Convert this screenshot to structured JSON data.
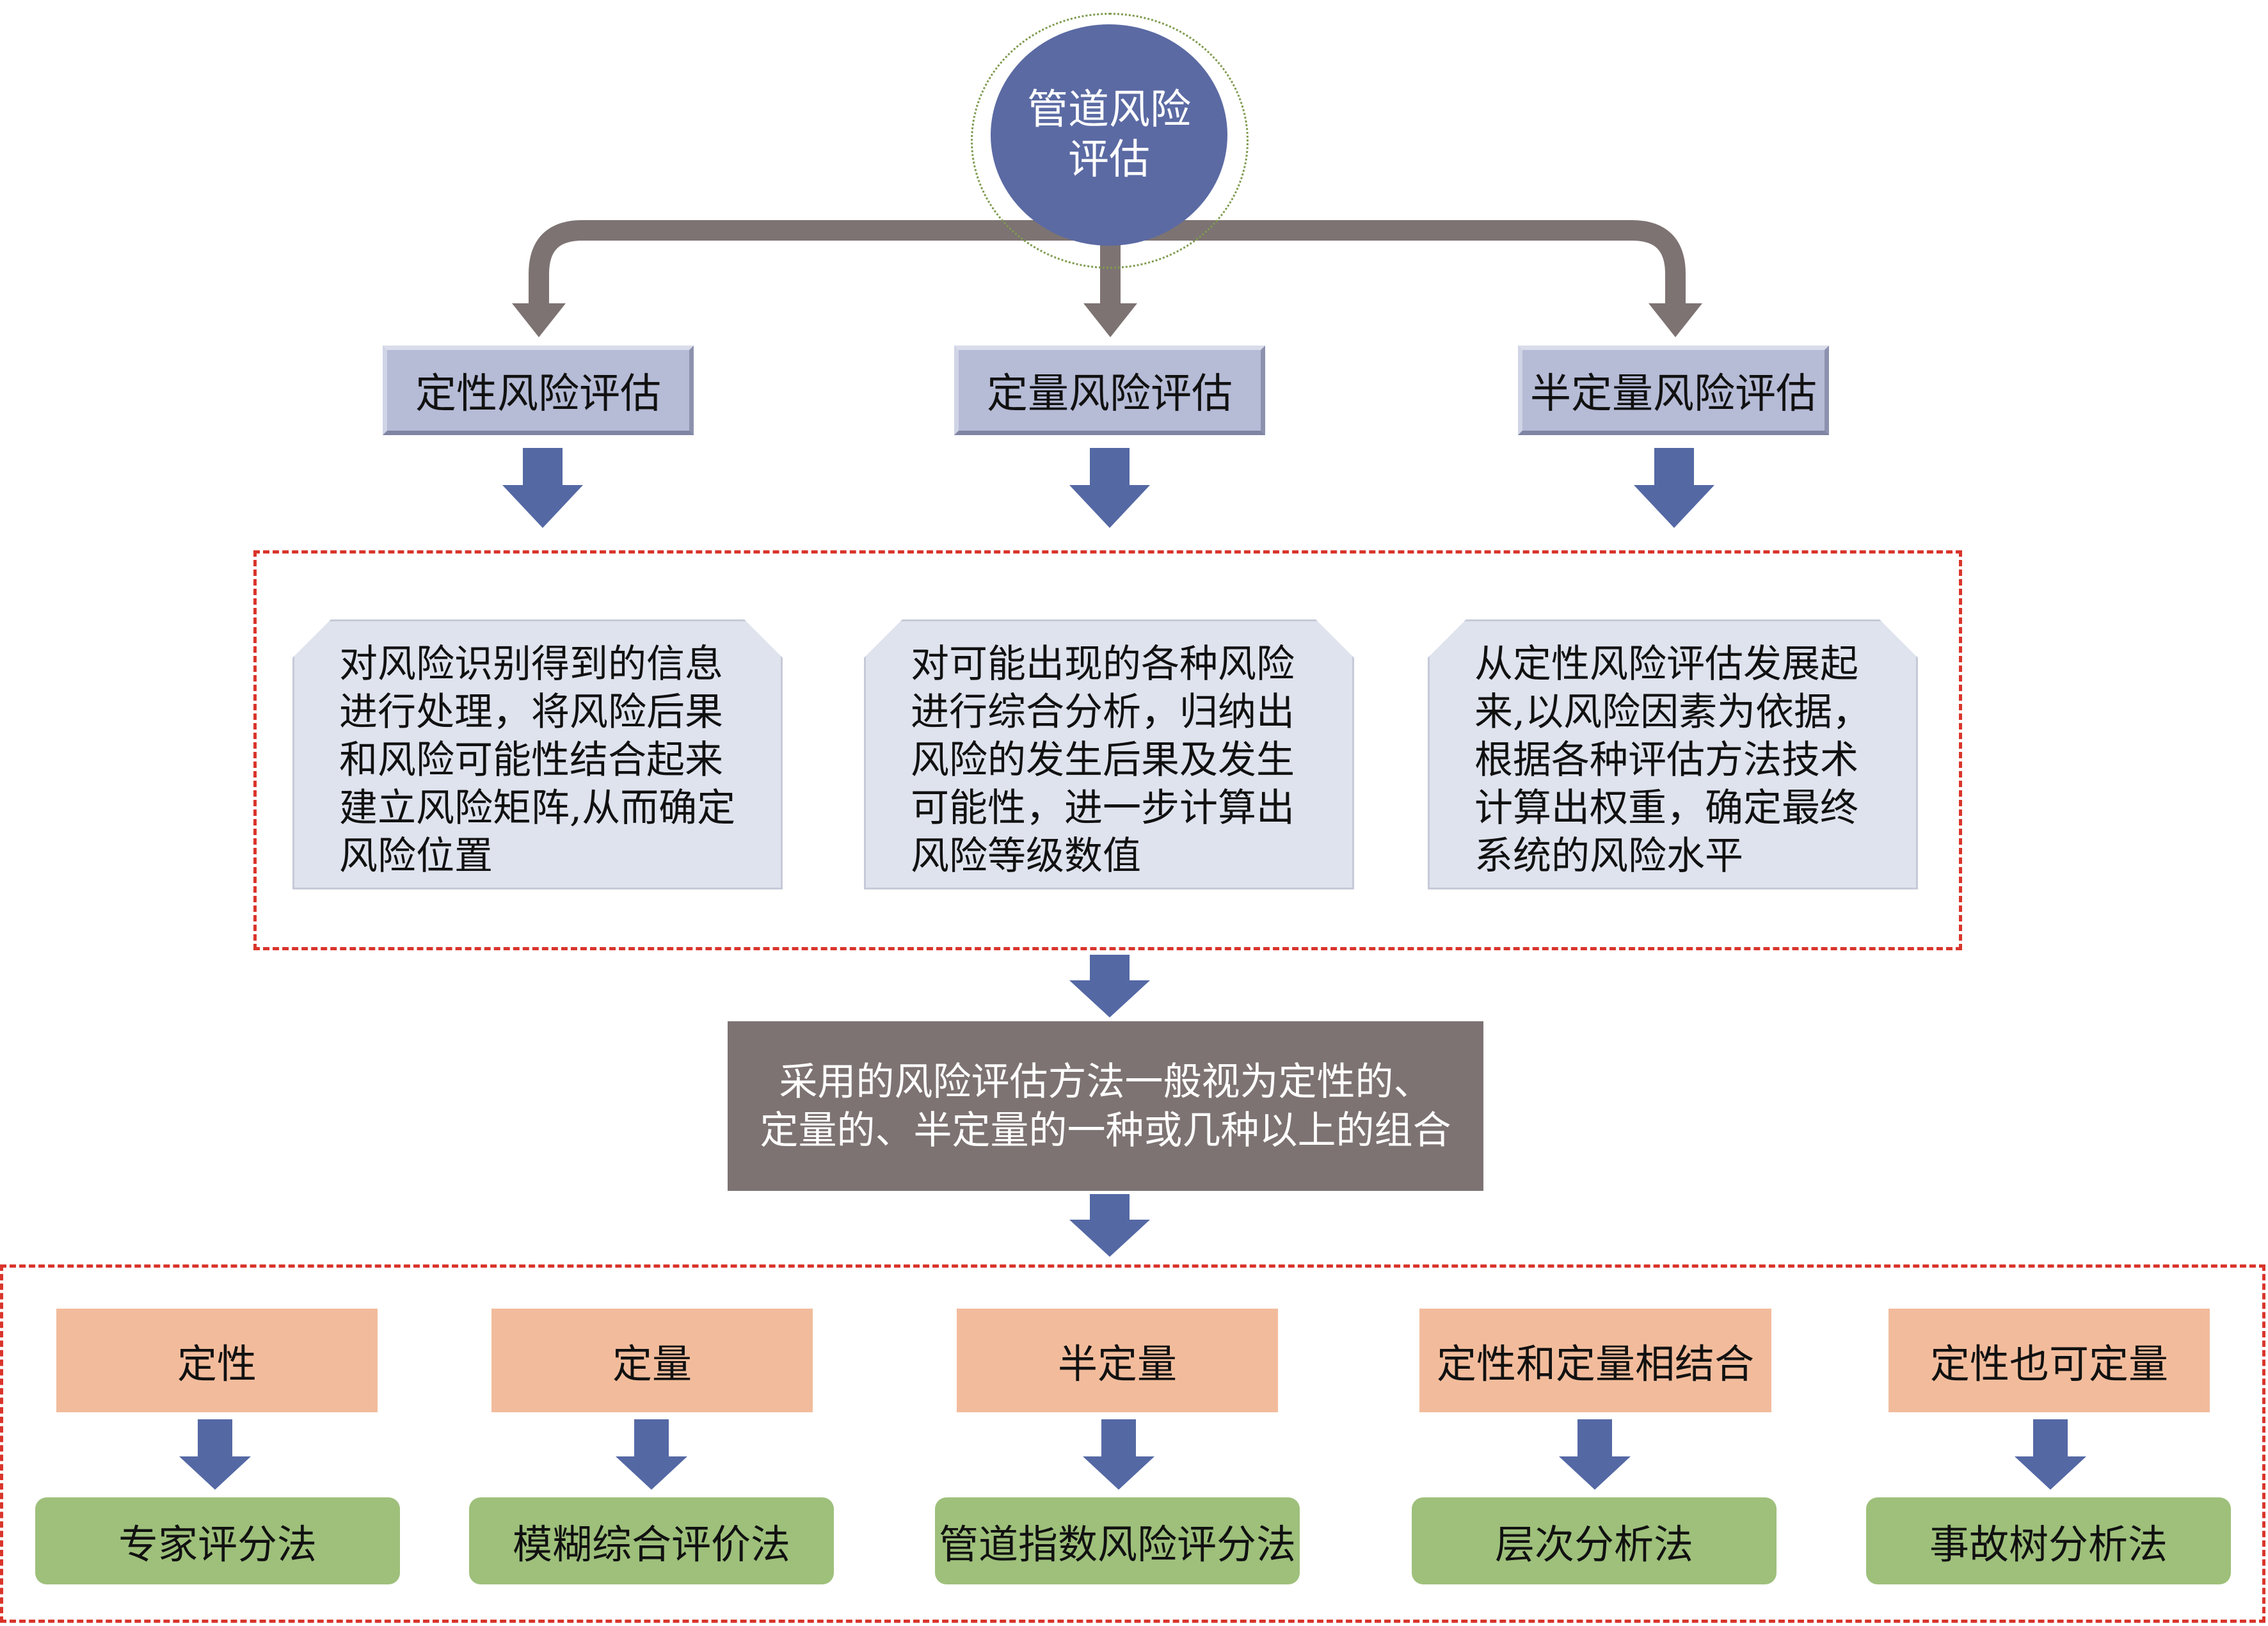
{
  "root": {
    "lines": [
      "管道风险",
      "评估"
    ]
  },
  "categories": [
    "定性风险评估",
    "定量风险评估",
    "半定量风险评估"
  ],
  "descriptions": [
    {
      "lines": [
        "对风险识别得到的信息",
        "进行处理，将风险后果",
        "和风险可能性结合起来",
        "建立风险矩阵,从而确定",
        "风险位置"
      ]
    },
    {
      "lines": [
        "对可能出现的各种风险",
        "进行综合分析，归纳出",
        "风险的发生后果及发生",
        "可能性，进一步计算出",
        "风险等级数值"
      ]
    },
    {
      "lines": [
        "从定性风险评估发展起",
        "来,以风险因素为依据，",
        "根据各种评估方法技术",
        "计算出权重，确定最终",
        "系统的风险水平"
      ]
    }
  ],
  "summary": {
    "lines": [
      "采用的风险评估方法一般视为定性的、",
      "定量的、半定量的一种或几种以上的组合"
    ]
  },
  "methods": [
    "定性",
    "定量",
    "半定量",
    "定性和定量相结合",
    "定性也可定量"
  ],
  "techniques": [
    "专家评分法",
    "模糊综合评价法",
    "管道指数风险评分法",
    "层次分析法",
    "事故树分析法"
  ],
  "colors": {
    "root": "#5b6aa3",
    "curved_arrows": "#7d7372",
    "blue_arrows": "#5468a4",
    "category_fill": "#b6bbd6",
    "description_fill": "#dfe3ee",
    "dashed_border": "#d9352c",
    "summary_fill": "#7d7372",
    "method_fill": "#f2bc9c",
    "technique_fill": "#9ec07b"
  }
}
